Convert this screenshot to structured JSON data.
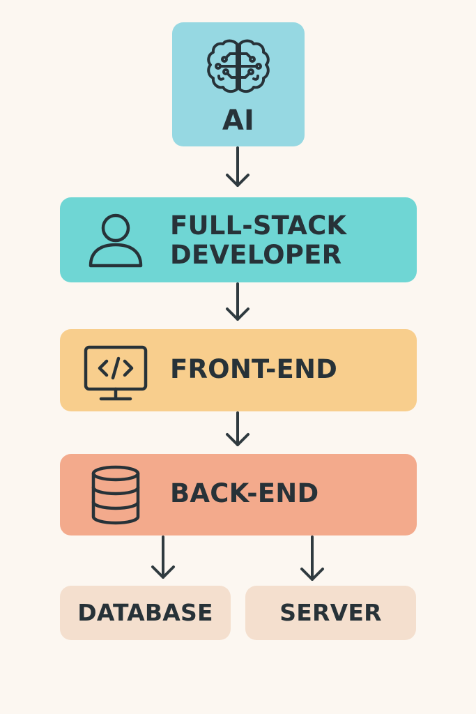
{
  "nodes": {
    "ai": {
      "label": "AI",
      "icon": "brain-icon",
      "color": "#96D8E2"
    },
    "fullstack": {
      "label_line1": "FULL-STACK",
      "label_line2": "DEVELOPER",
      "icon": "user-icon",
      "color": "#6FD6D4"
    },
    "frontend": {
      "label": "FRONT-END",
      "icon": "code-monitor-icon",
      "color": "#F8CE8D"
    },
    "backend": {
      "label": "BACK-END",
      "icon": "database-stack-icon",
      "color": "#F3AA8C"
    },
    "database": {
      "label": "DATABASE",
      "color": "#F4DFCE"
    },
    "server": {
      "label": "SERVER",
      "color": "#F4DFCE"
    }
  },
  "edges": [
    {
      "from": "ai",
      "to": "fullstack"
    },
    {
      "from": "fullstack",
      "to": "frontend"
    },
    {
      "from": "frontend",
      "to": "backend"
    },
    {
      "from": "backend",
      "to": "database"
    },
    {
      "from": "backend",
      "to": "server"
    }
  ],
  "colors": {
    "background": "#FCF7F1",
    "text": "#273238",
    "arrow": "#2F3A3F"
  }
}
